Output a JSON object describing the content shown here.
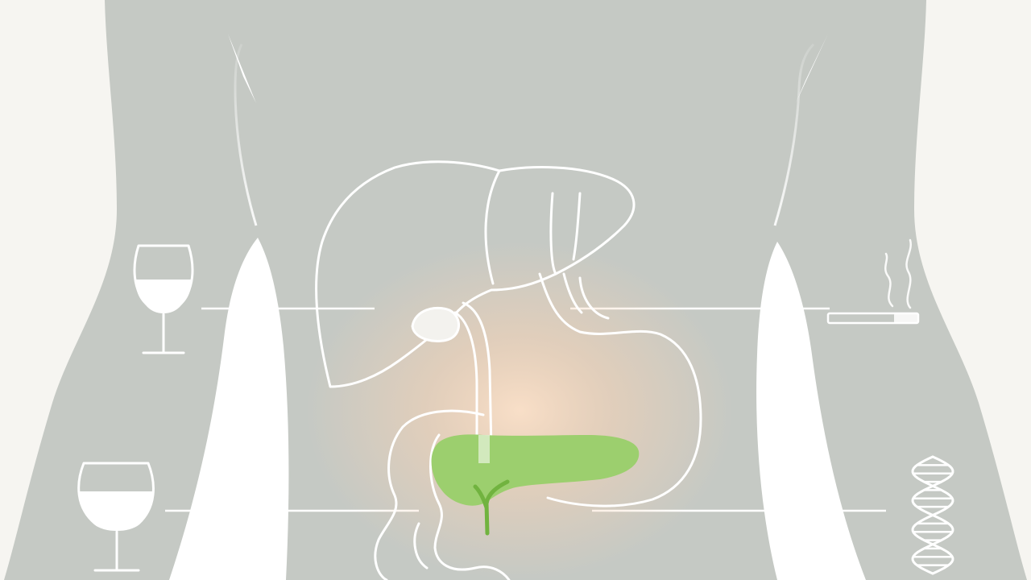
{
  "illustration": {
    "subject": "pancreas",
    "colors": {
      "background": "#f6f5f1",
      "body": "#c5c9c4",
      "outline": "#ffffff",
      "pancreas": "#9ccf6e",
      "pancreatic_duct": "#71b33f",
      "glow": "#f6c7a3"
    }
  },
  "risk_factor_icons": [
    {
      "icon": "wine-glass-icon",
      "side": "left",
      "fill_level": 0.35
    },
    {
      "icon": "wine-glass-icon",
      "side": "left",
      "fill_level": 0.55
    },
    {
      "icon": "cigarette-icon",
      "side": "right"
    },
    {
      "icon": "dna-icon",
      "side": "right"
    }
  ]
}
